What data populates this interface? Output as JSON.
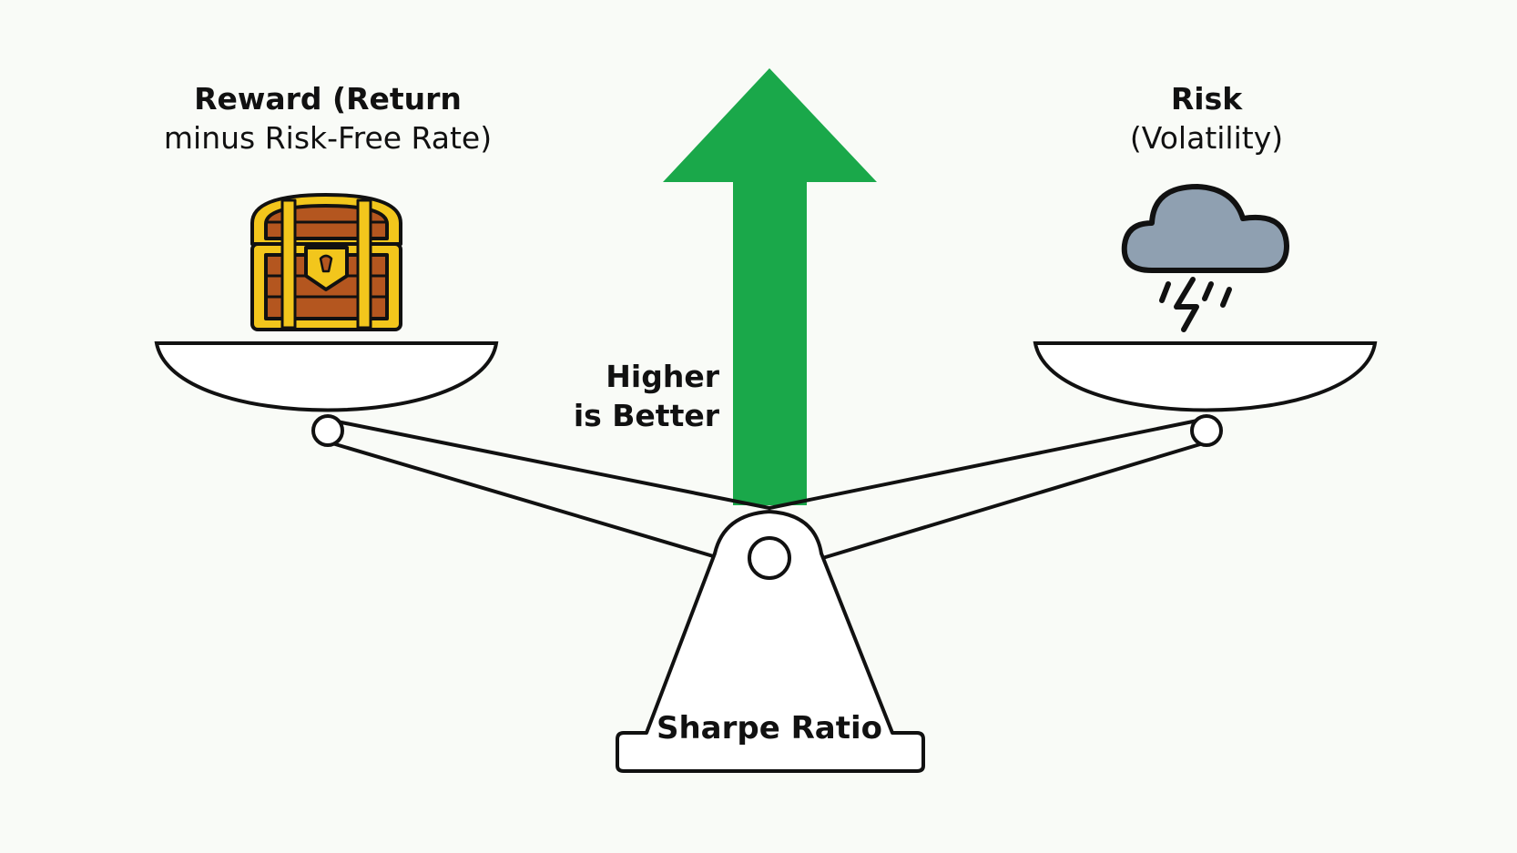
{
  "reward": {
    "line1": "Reward (Return",
    "line2": "minus Risk-Free Rate)",
    "icon": "treasure-chest"
  },
  "risk": {
    "line1": "Risk",
    "line2": "(Volatility)",
    "icon": "storm-cloud"
  },
  "arrow": {
    "line1": "Higher",
    "line2": "is Better",
    "color": "#1aa84a",
    "icon": "up-arrow"
  },
  "base": {
    "label": "Sharpe Ratio"
  },
  "colors": {
    "background": "#f9fbf7",
    "outline": "#111111",
    "chest_gold": "#f2c61c",
    "chest_wood": "#b4561f",
    "cloud_fill": "#8fa0b1"
  }
}
